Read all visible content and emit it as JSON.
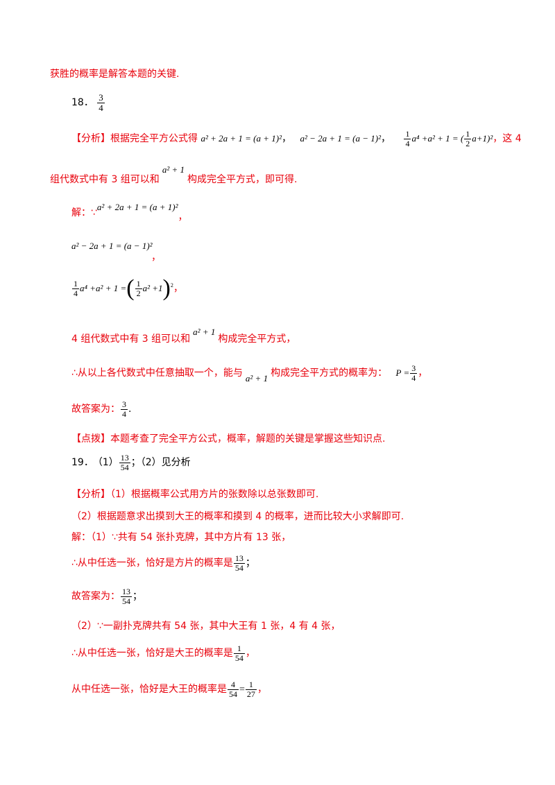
{
  "l1": "获胜的概率是解答本题的关键.",
  "q18": {
    "num": "18．",
    "ans_num": "3",
    "ans_den": "4"
  },
  "a18": {
    "tag": "【分析】",
    "text1": "根据完全平方公式得",
    "eq1": "a² + 2a + 1 = (a + 1)²",
    "eq2": "a² − 2a + 1 = (a − 1)²",
    "eq3_frac_num": "1",
    "eq3_frac_den": "4",
    "eq3_mid": "a⁴ +a² + 1 = (",
    "eq3_frac2_num": "1",
    "eq3_frac2_den": "2",
    "eq3_end": "a+1)²",
    "text2": "，这 4",
    "text3a": "组代数式中有 3 组可以和",
    "eq4": "a² + 1",
    "text3b": "构成完全平方式，即可得."
  },
  "sol18": {
    "intro": "解：∵",
    "eq1": "a² + 2a + 1 = (a + 1)²",
    "eq2": "a² − 2a + 1 = (a − 1)²",
    "eq3_num": "1",
    "eq3_den": "4",
    "eq3_mid": "a⁴ +a² + 1 =",
    "eq3_inner_num": "1",
    "eq3_inner_den": "2",
    "eq3_inner": "a² +1",
    "comma": "，",
    "line4a": "4 组代数式中有 3 组可以和",
    "eq4": "a² + 1",
    "line4b": "构成完全平方式，",
    "line5a": "∴从以上各代数式中任意抽取一个，能与",
    "eq5": "a² + 1",
    "line5b": "构成完全平方式的概率为：",
    "p_label": "P =",
    "p_num": "3",
    "p_den": "4",
    "ans_label": "故答案为：",
    "ans_num": "3",
    "ans_den": "4",
    "period": "."
  },
  "dian18": {
    "tag": "【点拨】",
    "text": "本题考查了完全平方公式，概率，解题的关键是掌握这些知识点."
  },
  "q19": {
    "num": "19．",
    "p1": "（1）",
    "ans_num": "13",
    "ans_den": "54",
    "sep": "；（2）见分析"
  },
  "a19": {
    "tag": "【分析】",
    "text1": "（1）根据概率公式用方片的张数除以总张数即可.",
    "text2": "（2）根据题意求出摸到大王的概率和摸到 4 的概率，进而比较大小求解即可."
  },
  "sol19": {
    "l1": "解：（1）∵共有 54 张扑克牌，其中方片有 13 张，",
    "l2": "∴从中任选一张，恰好是方片的概率是",
    "l2_num": "13",
    "l2_den": "54",
    "l2_end": "；",
    "l3": "故答案为：",
    "l3_num": "13",
    "l3_den": "54",
    "l3_end": "；",
    "l4": "（2）∵一副扑克牌共有 54 张，其中大王有 1 张，4 有 4 张，",
    "l5": "∴从中任选一张，恰好是大王的概率是",
    "l5_num": "1",
    "l5_den": "54",
    "l5_end": "，",
    "l6": "从中任选一张，恰好是大王的概率是",
    "l6_num": "4",
    "l6_den": "54",
    "l6_eq": "=",
    "l6_num2": "1",
    "l6_den2": "27",
    "l6_end": "，"
  }
}
